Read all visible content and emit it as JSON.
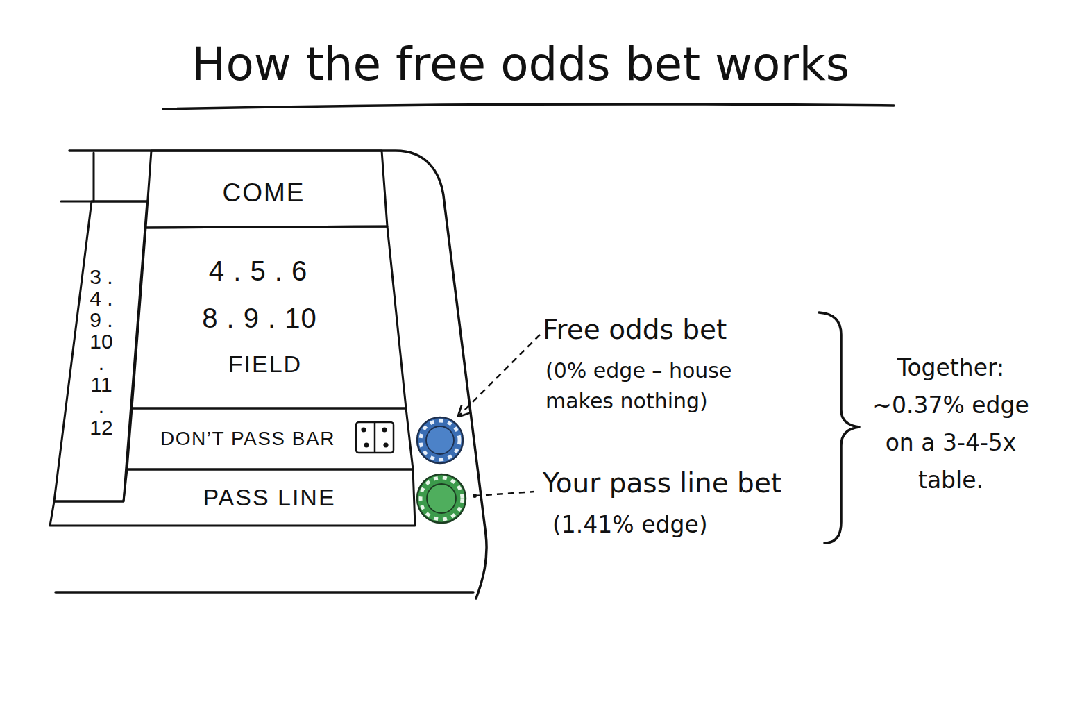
{
  "diagram": {
    "title": "How the free odds bet works",
    "nodes": [
      {
        "text": [
          "COME"
        ]
      },
      {
        "text": [
          "3 . 4 . 9 . 10 . 11 . 12"
        ]
      },
      {
        "text": [
          "4 . 5 . 6",
          "8 . 9 . 10",
          "FIELD"
        ]
      },
      {
        "text": [
          "DON’T PASS BAR"
        ]
      },
      {
        "text": [
          "PASS LINE"
        ]
      }
    ],
    "labels": [
      "Free odds bet",
      "(0% edge – house makes nothing)",
      "Your pass line bet",
      "(1.41% edge)",
      "Together: ~0.37% edge on a 3-4-5x table."
    ]
  }
}
